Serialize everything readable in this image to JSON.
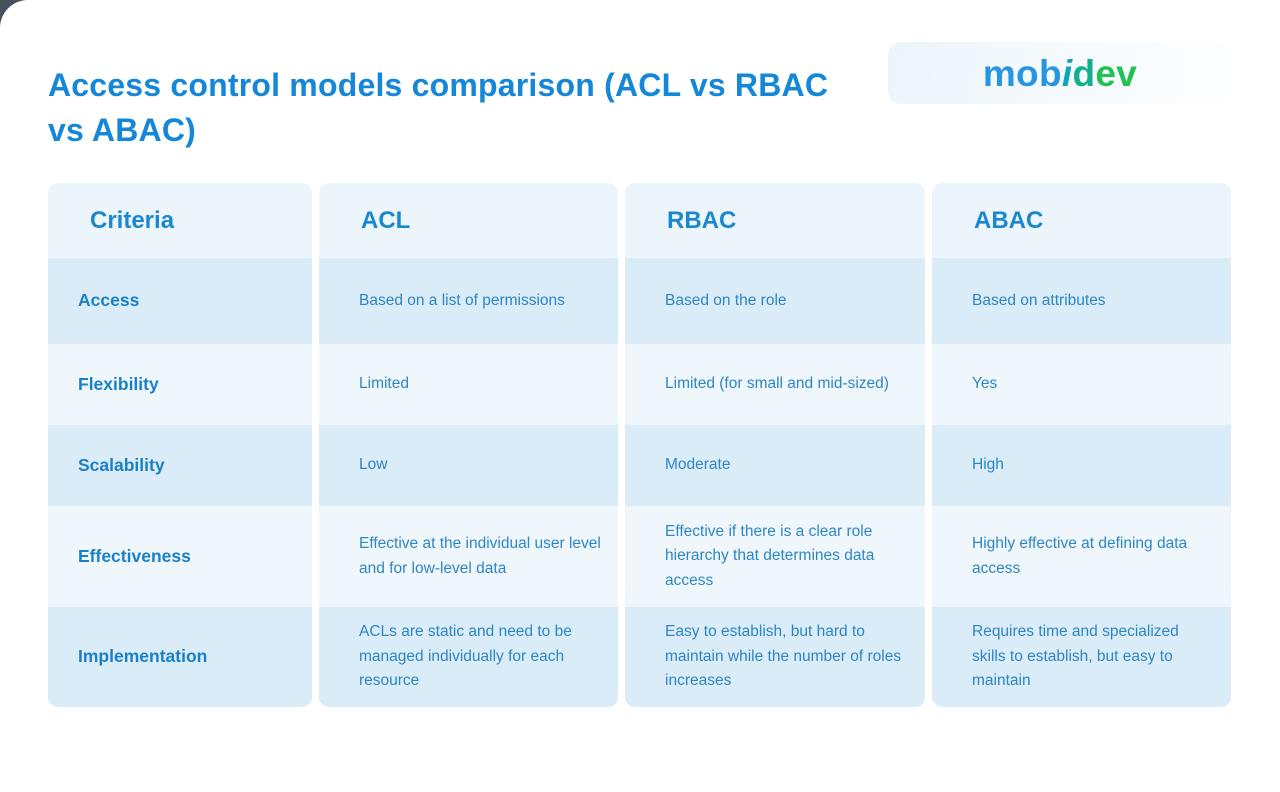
{
  "chart_data": {
    "type": "table",
    "title": "Access control models comparison (ACL vs RBAC vs ABAC)",
    "columns": [
      "Criteria",
      "ACL",
      "RBAC",
      "ABAC"
    ],
    "rows": [
      {
        "criteria": "Access",
        "acl": "Based on a list of permissions",
        "rbac": "Based on the role",
        "abac": "Based on attributes"
      },
      {
        "criteria": "Flexibility",
        "acl": "Limited",
        "rbac": "Limited (for small and mid-sized)",
        "abac": "Yes"
      },
      {
        "criteria": "Scalability",
        "acl": "Low",
        "rbac": "Moderate",
        "abac": "High"
      },
      {
        "criteria": "Effectiveness",
        "acl": "Effective at the individual user level and for low-level data",
        "rbac": "Effective if there is a clear role hierarchy that determines data access",
        "abac": "Highly effective at defining data access"
      },
      {
        "criteria": "Implementation",
        "acl": "ACLs are static and need to be managed individually for each resource",
        "rbac": "Easy to establish, but hard to maintain while the number of roles increases",
        "abac": "Requires time and specialized skills to establish, but easy to maintain"
      }
    ],
    "layout": {
      "row_striping": "header light, then alternating dark/light starting dark"
    }
  },
  "logo": {
    "full_text": "mobidev",
    "parts": [
      "mob",
      "i",
      "d",
      "ev"
    ],
    "colors": {
      "blue": "#2795e0",
      "teal": "#0ca6be",
      "teal_green": "#12af8e",
      "green": "#22c153"
    }
  },
  "colors": {
    "title_blue": "#1587d8",
    "table_header_blue": "#1b87cd",
    "row_label_blue": "#1a80c8",
    "cell_text_blue": "#2e86c3",
    "row_dark_bg": "#d9ecf8",
    "row_light_bg": "#eff7fd",
    "header_row_bg": "#ecf5fc",
    "logo_card_bg": "#ecf5fb",
    "corner_dark": "#47515d",
    "page_bg": "#ffffff"
  }
}
